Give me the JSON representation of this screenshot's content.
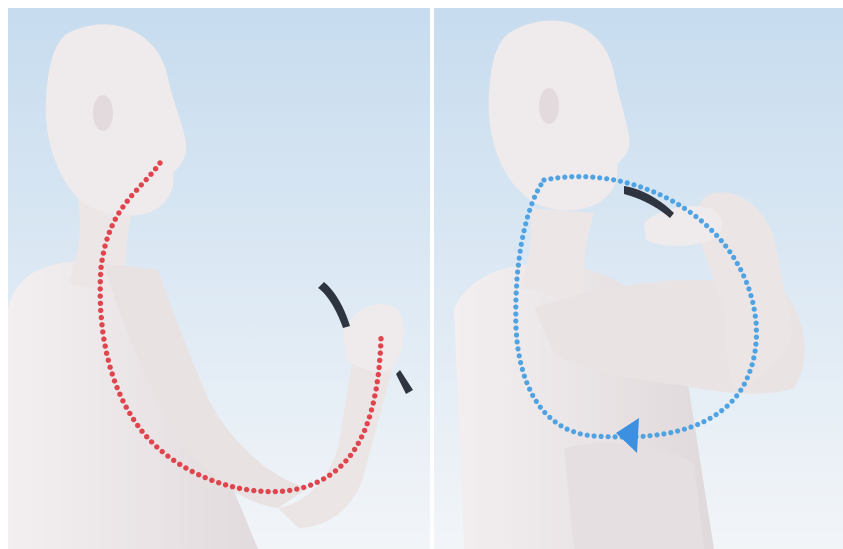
{
  "scene": {
    "panels": [
      {
        "id": "left",
        "subject": "mannequin-figure",
        "arm_pose": "forearm-extended-holding-utensil",
        "dotted_path_color": "#e0454d",
        "dotted_path_shape": "open-arc"
      },
      {
        "id": "right",
        "subject": "mannequin-figure",
        "arm_pose": "hand-raised-to-mouth-holding-utensil",
        "dotted_path_color": "#4fa3e3",
        "dotted_path_shape": "closed-loop",
        "arrow_color": "#3d8fe0"
      }
    ],
    "colors": {
      "sky_top": "#c9def0",
      "sky_bottom": "#f1f5f9",
      "figure": "#ece7e8",
      "figure_shade": "#d8d1d3"
    }
  }
}
